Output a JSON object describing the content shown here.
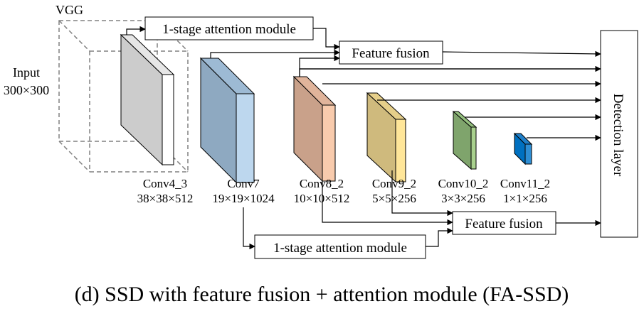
{
  "diagram": {
    "input_label": "Input",
    "input_size": "300×300",
    "vgg_label": "VGG",
    "attention_top": "1-stage attention module",
    "attention_bottom": "1-stage attention module",
    "fusion_top": "Feature fusion",
    "fusion_bottom": "Feature fusion",
    "detection": "Detection layer",
    "caption": "(d) SSD with feature fusion + attention module (FA-SSD)",
    "layers": [
      {
        "name": "Conv4_3",
        "size": "38×38×512",
        "front_color": "#ffffff",
        "side_color": "#cccccc"
      },
      {
        "name": "Conv7",
        "size": "19×19×1024",
        "front_color": "#bdd7ee",
        "side_color": "#8ea9c1"
      },
      {
        "name": "Conv8_2",
        "size": "10×10×512",
        "front_color": "#f8cbad",
        "side_color": "#c9a18a"
      },
      {
        "name": "Conv9_2",
        "size": "5×5×256",
        "front_color": "#ffe699",
        "side_color": "#cfba7d"
      },
      {
        "name": "Conv10_2",
        "size": "3×3×256",
        "front_color": "#a9d18e",
        "side_color": "#7fa46c"
      },
      {
        "name": "Conv11_2",
        "size": "1×1×256",
        "front_color": "#0070c0",
        "side_color": "#2e8ed4"
      }
    ]
  }
}
